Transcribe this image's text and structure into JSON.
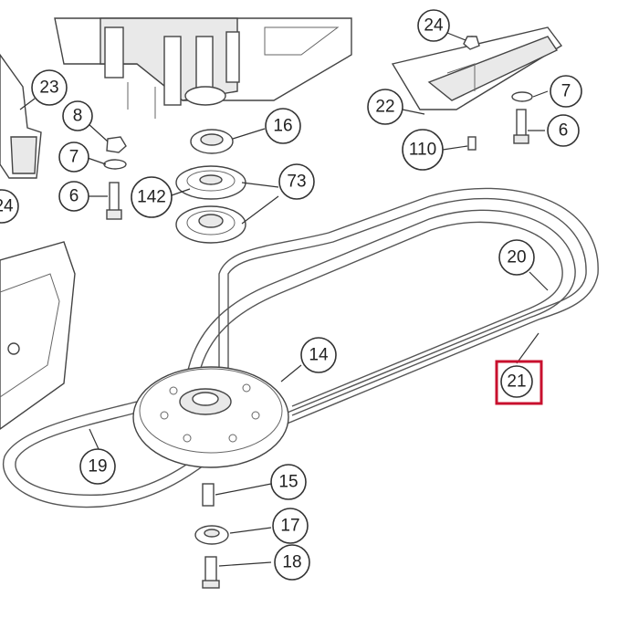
{
  "callouts": [
    {
      "label": "23"
    },
    {
      "label": "8"
    },
    {
      "label": "7"
    },
    {
      "label": "6"
    },
    {
      "label": "16"
    },
    {
      "label": "142"
    },
    {
      "label": "73"
    },
    {
      "label": "24"
    },
    {
      "label": "22"
    },
    {
      "label": "110"
    },
    {
      "label": "7"
    },
    {
      "label": "6"
    },
    {
      "label": "20"
    },
    {
      "label": "21"
    },
    {
      "label": "14"
    },
    {
      "label": "19"
    },
    {
      "label": "15"
    },
    {
      "label": "17"
    },
    {
      "label": "18"
    },
    {
      "label": "24"
    }
  ],
  "highlight": {
    "label": "21",
    "color": "#c8102e"
  }
}
